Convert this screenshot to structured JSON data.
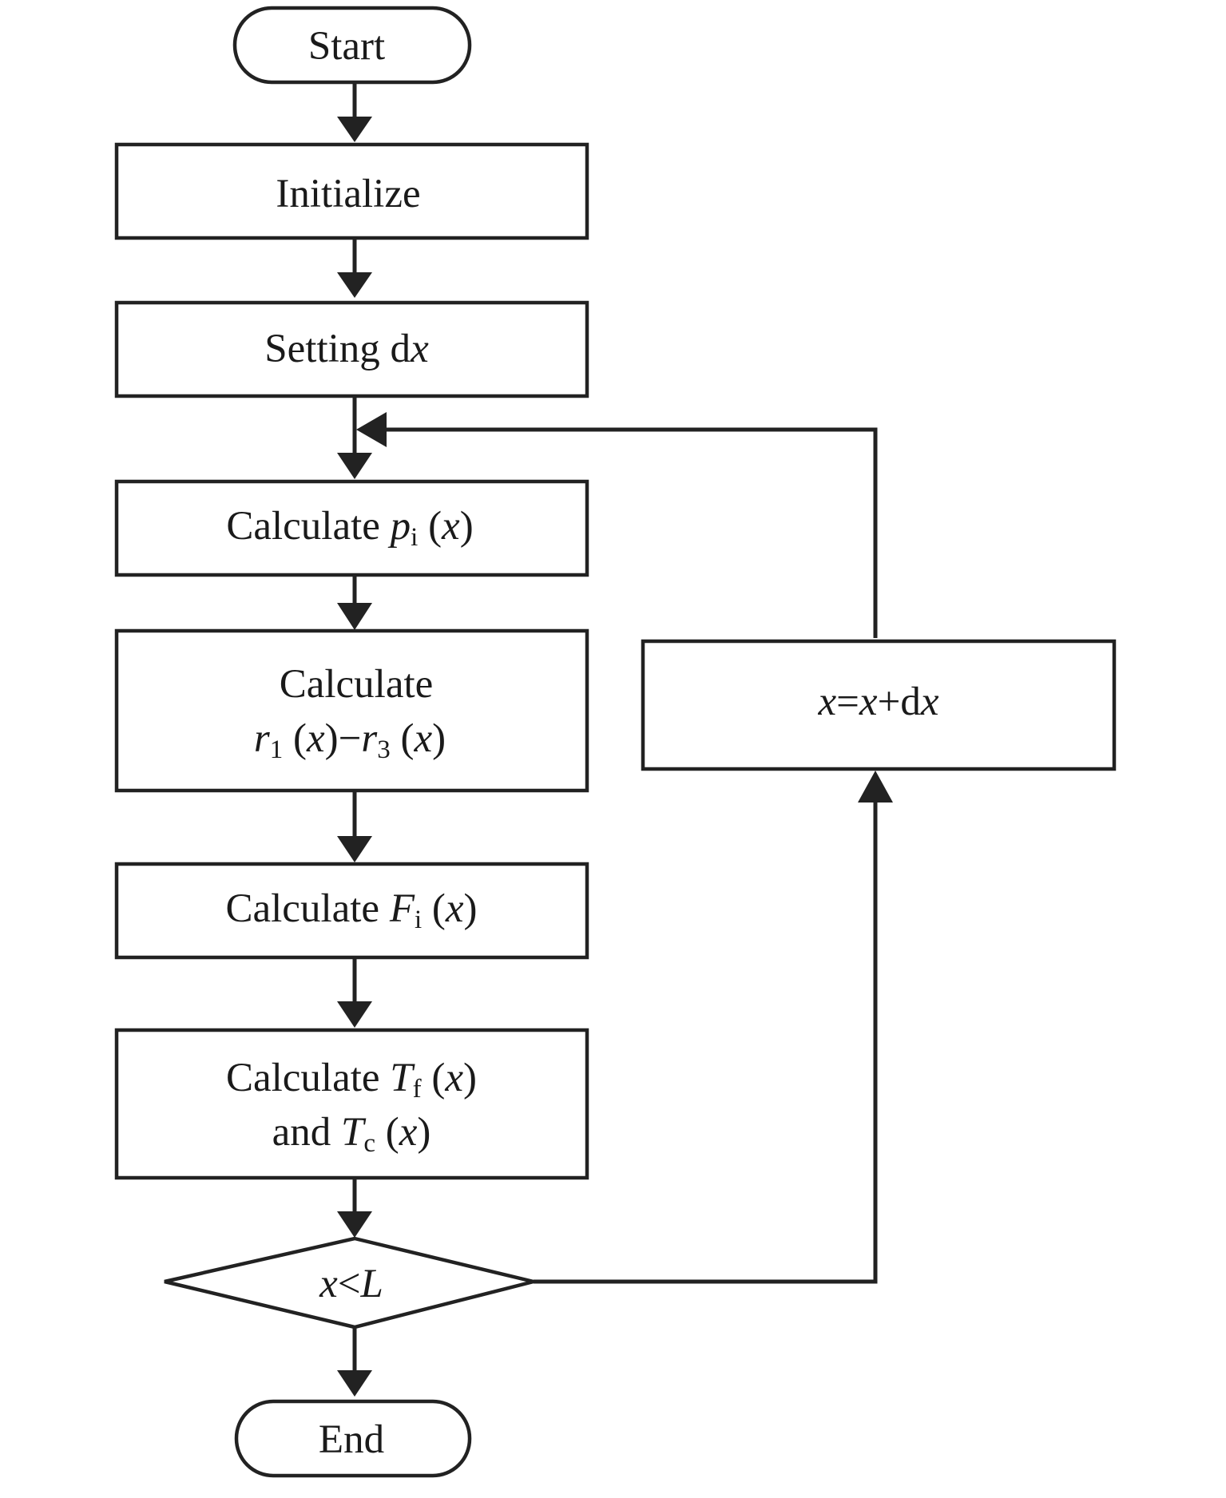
{
  "nodes": {
    "start": {
      "label": "Start"
    },
    "initialize": {
      "label": "Initialize"
    },
    "setting": {
      "label": "Setting d",
      "var": "x"
    },
    "calc_p": {
      "prefix": "Calculate ",
      "sym": "p",
      "sub": "i",
      "open": " (",
      "arg": "x",
      "close": ")"
    },
    "calc_r": {
      "line1": "Calculate",
      "sym1": "r",
      "sub1": "1",
      "open1": " (",
      "arg1": "x",
      "mid": ")−",
      "sym2": "r",
      "sub2": "3",
      "open2": " (",
      "arg2": "x",
      "close2": ")"
    },
    "calc_F": {
      "prefix": "Calculate ",
      "sym": "F",
      "sub": "i",
      "open": " (",
      "arg": "x",
      "close": ")"
    },
    "calc_T": {
      "prefix": "Calculate ",
      "sym1": "T",
      "sub1": "f",
      "open1": " (",
      "arg1": "x",
      "close1": ")",
      "and": "and ",
      "sym2": "T",
      "sub2": "c",
      "open2": " (",
      "arg2": "x",
      "close2": ")"
    },
    "decision": {
      "lhs": "x",
      "op": "<",
      "rhs": "L"
    },
    "increment": {
      "lhs": "x",
      "eq": "=",
      "rhs": "x",
      "plus": "+d",
      "var": "x"
    },
    "end": {
      "label": "End"
    }
  },
  "colors": {
    "stroke": "#222222",
    "text": "#1a1a1a",
    "background": "#ffffff"
  }
}
